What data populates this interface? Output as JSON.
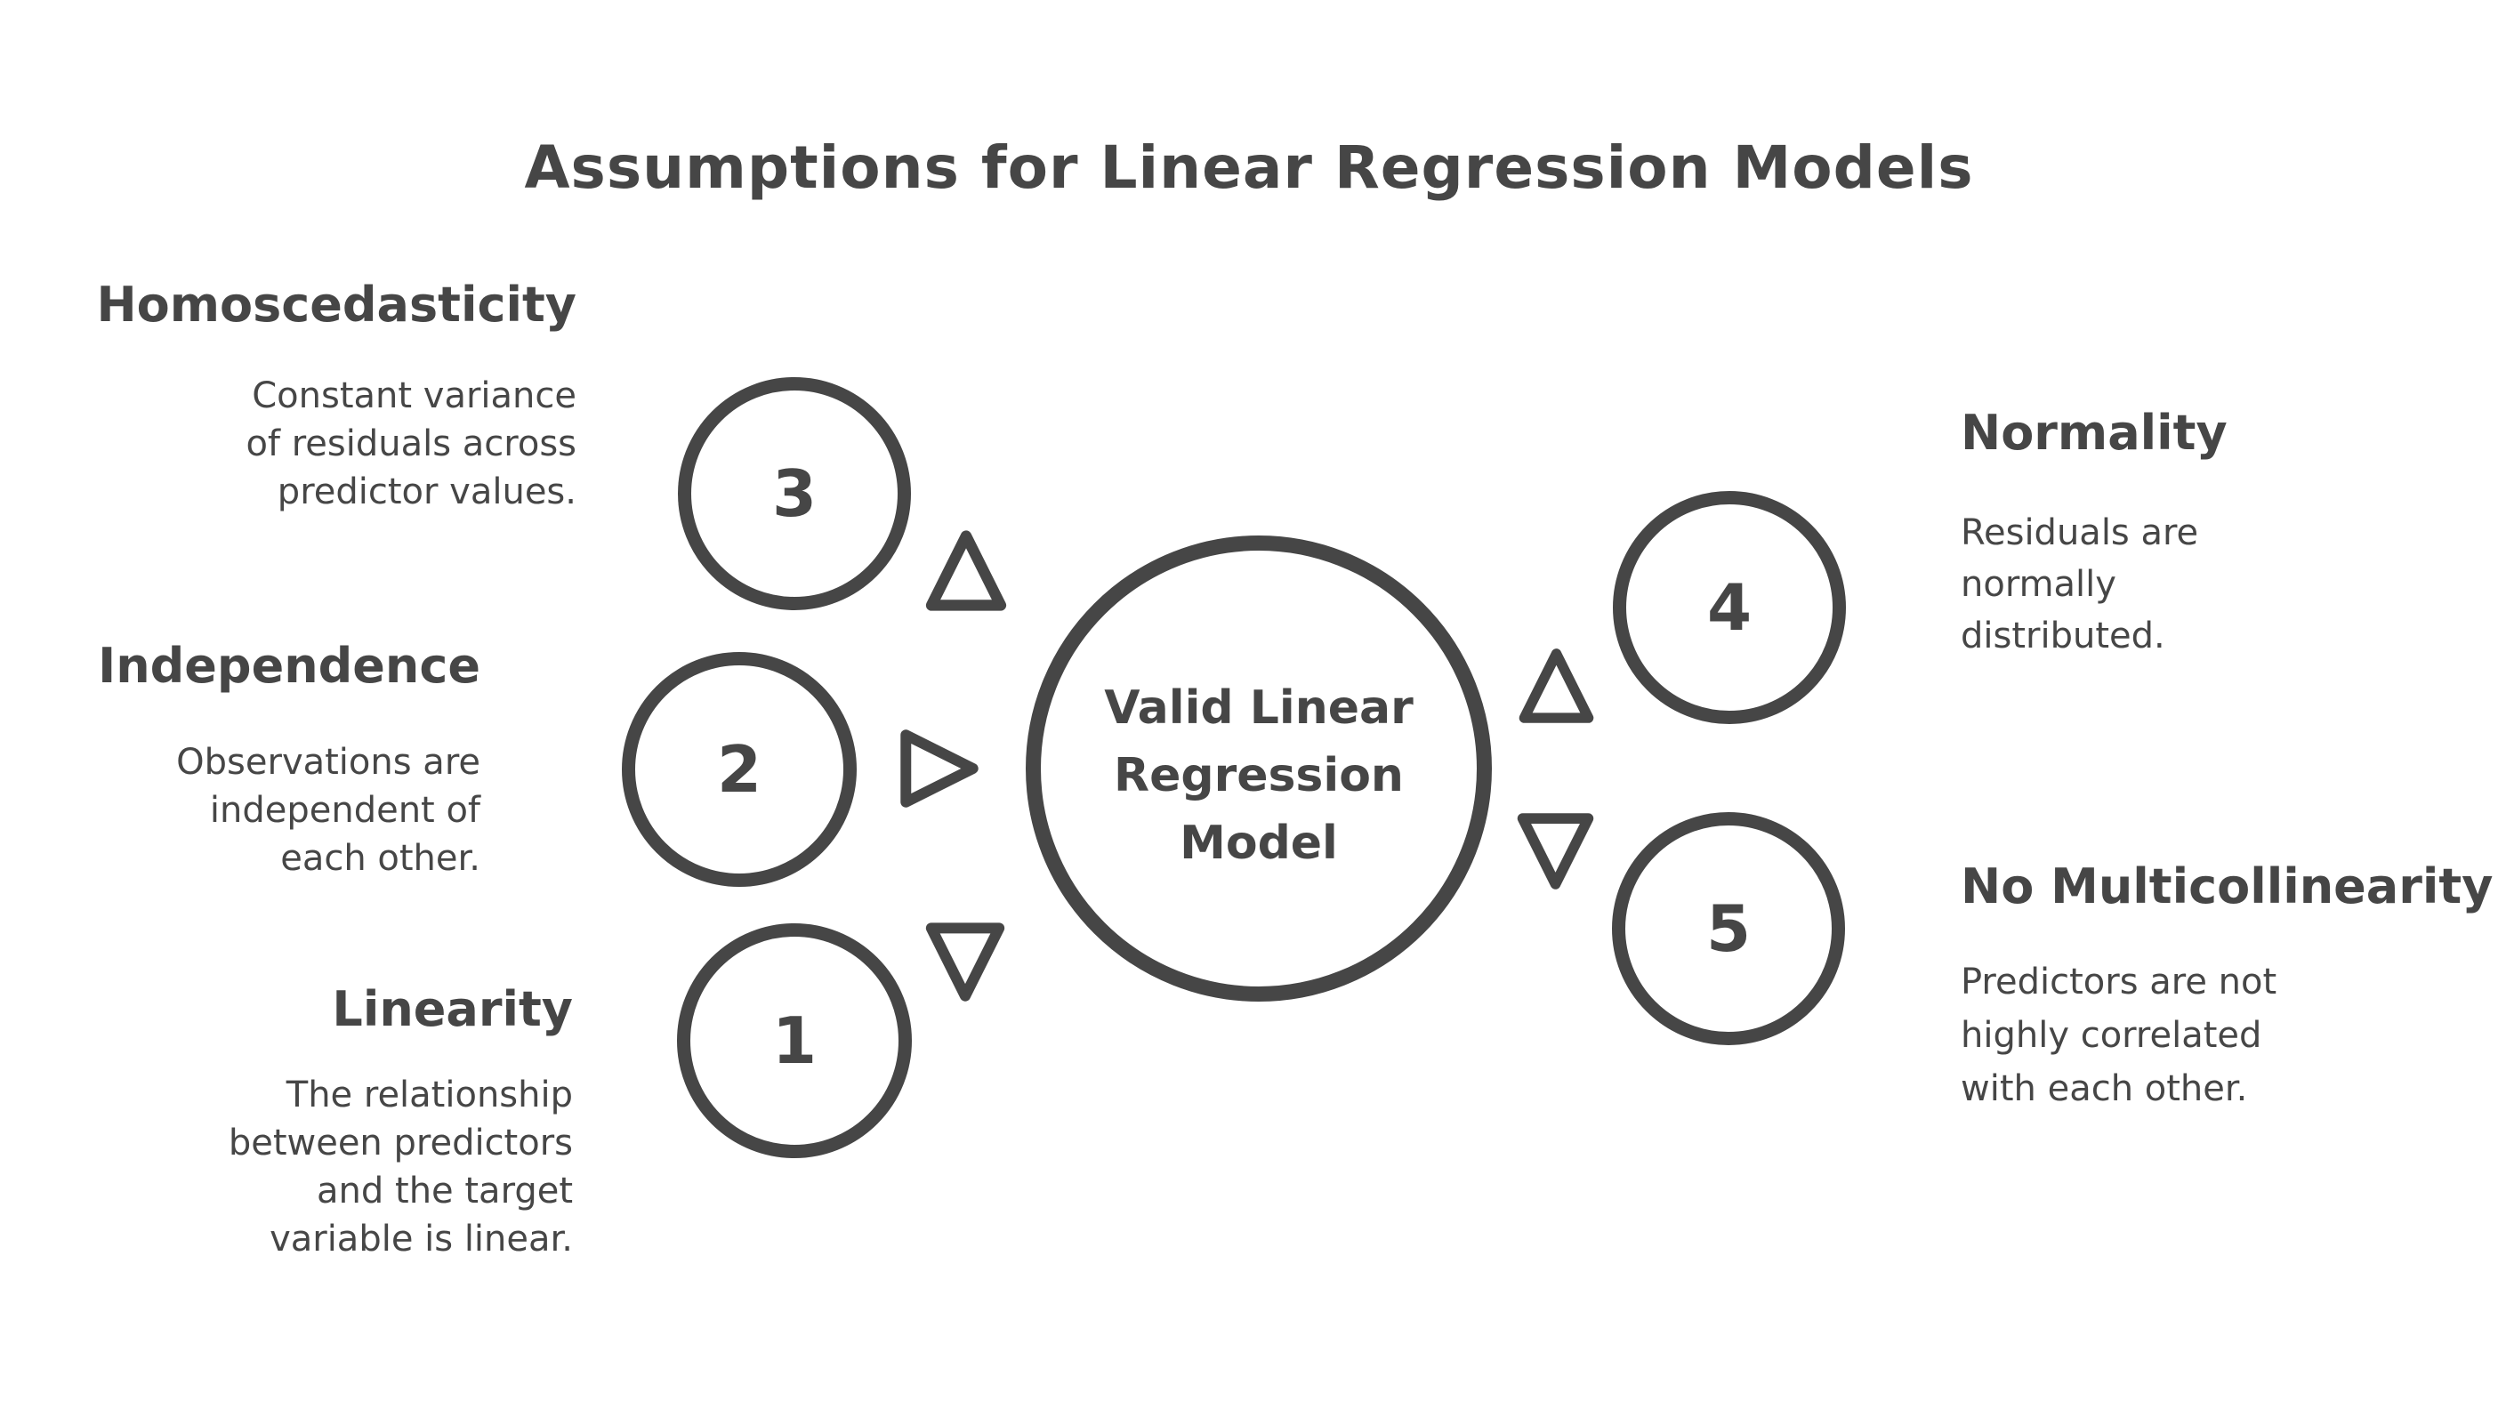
{
  "title": "Assumptions for Linear Regression Models",
  "colors": {
    "ink": "#464646",
    "background": "#ffffff"
  },
  "center": {
    "label": "Valid Linear Regression Model",
    "label_lines": [
      "Valid Linear",
      "Regression",
      "Model"
    ]
  },
  "nodes": {
    "n1": "1",
    "n2": "2",
    "n3": "3",
    "n4": "4",
    "n5": "5"
  },
  "sections": {
    "homoscedasticity": {
      "heading": "Homoscedasticity",
      "lines": [
        "Constant variance",
        "of residuals across",
        "predictor values."
      ]
    },
    "independence": {
      "heading": "Independence",
      "lines": [
        "Observations are",
        "independent of",
        "each other."
      ]
    },
    "linearity": {
      "heading": "Linearity",
      "lines": [
        "The relationship",
        "between predictors",
        "and the target",
        "variable is linear."
      ]
    },
    "normality": {
      "heading": "Normality",
      "lines": [
        "Residuals are",
        "normally",
        "distributed."
      ]
    },
    "no_multicollinearity": {
      "heading": "No Multicollinearity",
      "lines": [
        "Predictors are not",
        "highly correlated",
        "with each other."
      ]
    }
  },
  "icons": {
    "up_arrow": "triangle-up",
    "right_arrow": "triangle-right",
    "down_arrow": "triangle-down"
  }
}
